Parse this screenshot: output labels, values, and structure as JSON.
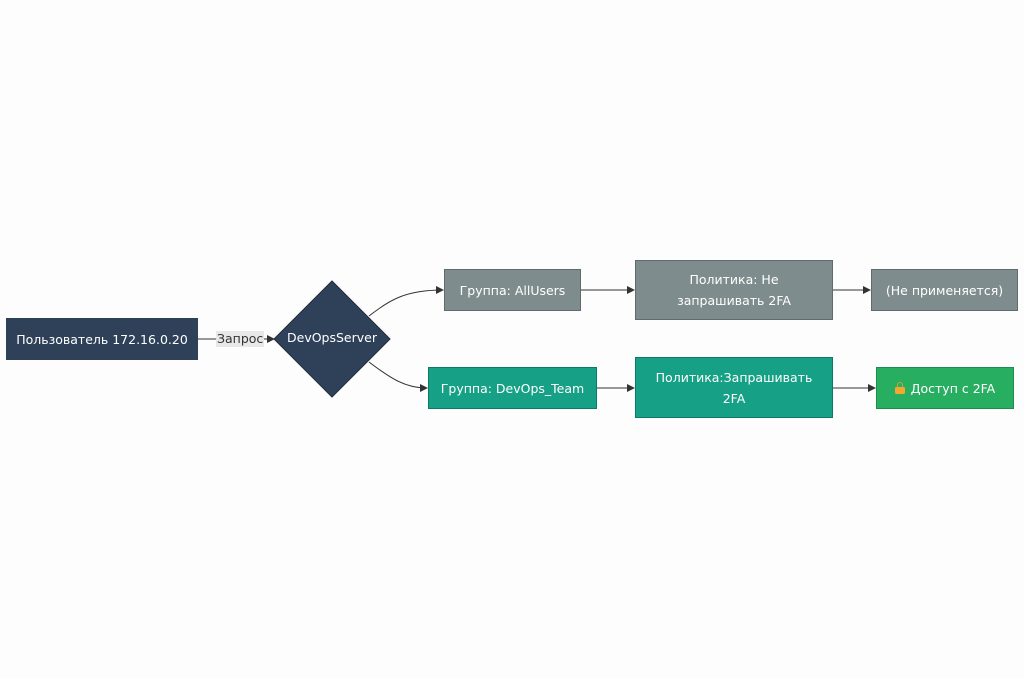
{
  "colors": {
    "dark": "#2f4159",
    "gray": "#7f8c8d",
    "teal": "#16a085",
    "green": "#27ae60",
    "edge": "#333333"
  },
  "nodes": {
    "user": "Пользователь 172.16.0.20",
    "server": "DevOpsServer",
    "group_allusers": "Группа: AllUsers",
    "policy_no2fa_line1": "Политика: Не",
    "policy_no2fa_line2": "запрашивать 2FA",
    "not_applied": "(Не применяется)",
    "group_devops": "Группа: DevOps_Team",
    "policy_2fa_line1": "Политика:Запрашивать",
    "policy_2fa_line2": "2FA",
    "access_2fa": "Доступ с 2FA"
  },
  "edge_labels": {
    "request": "Запрос"
  },
  "icons": {
    "access": "lock-icon"
  }
}
